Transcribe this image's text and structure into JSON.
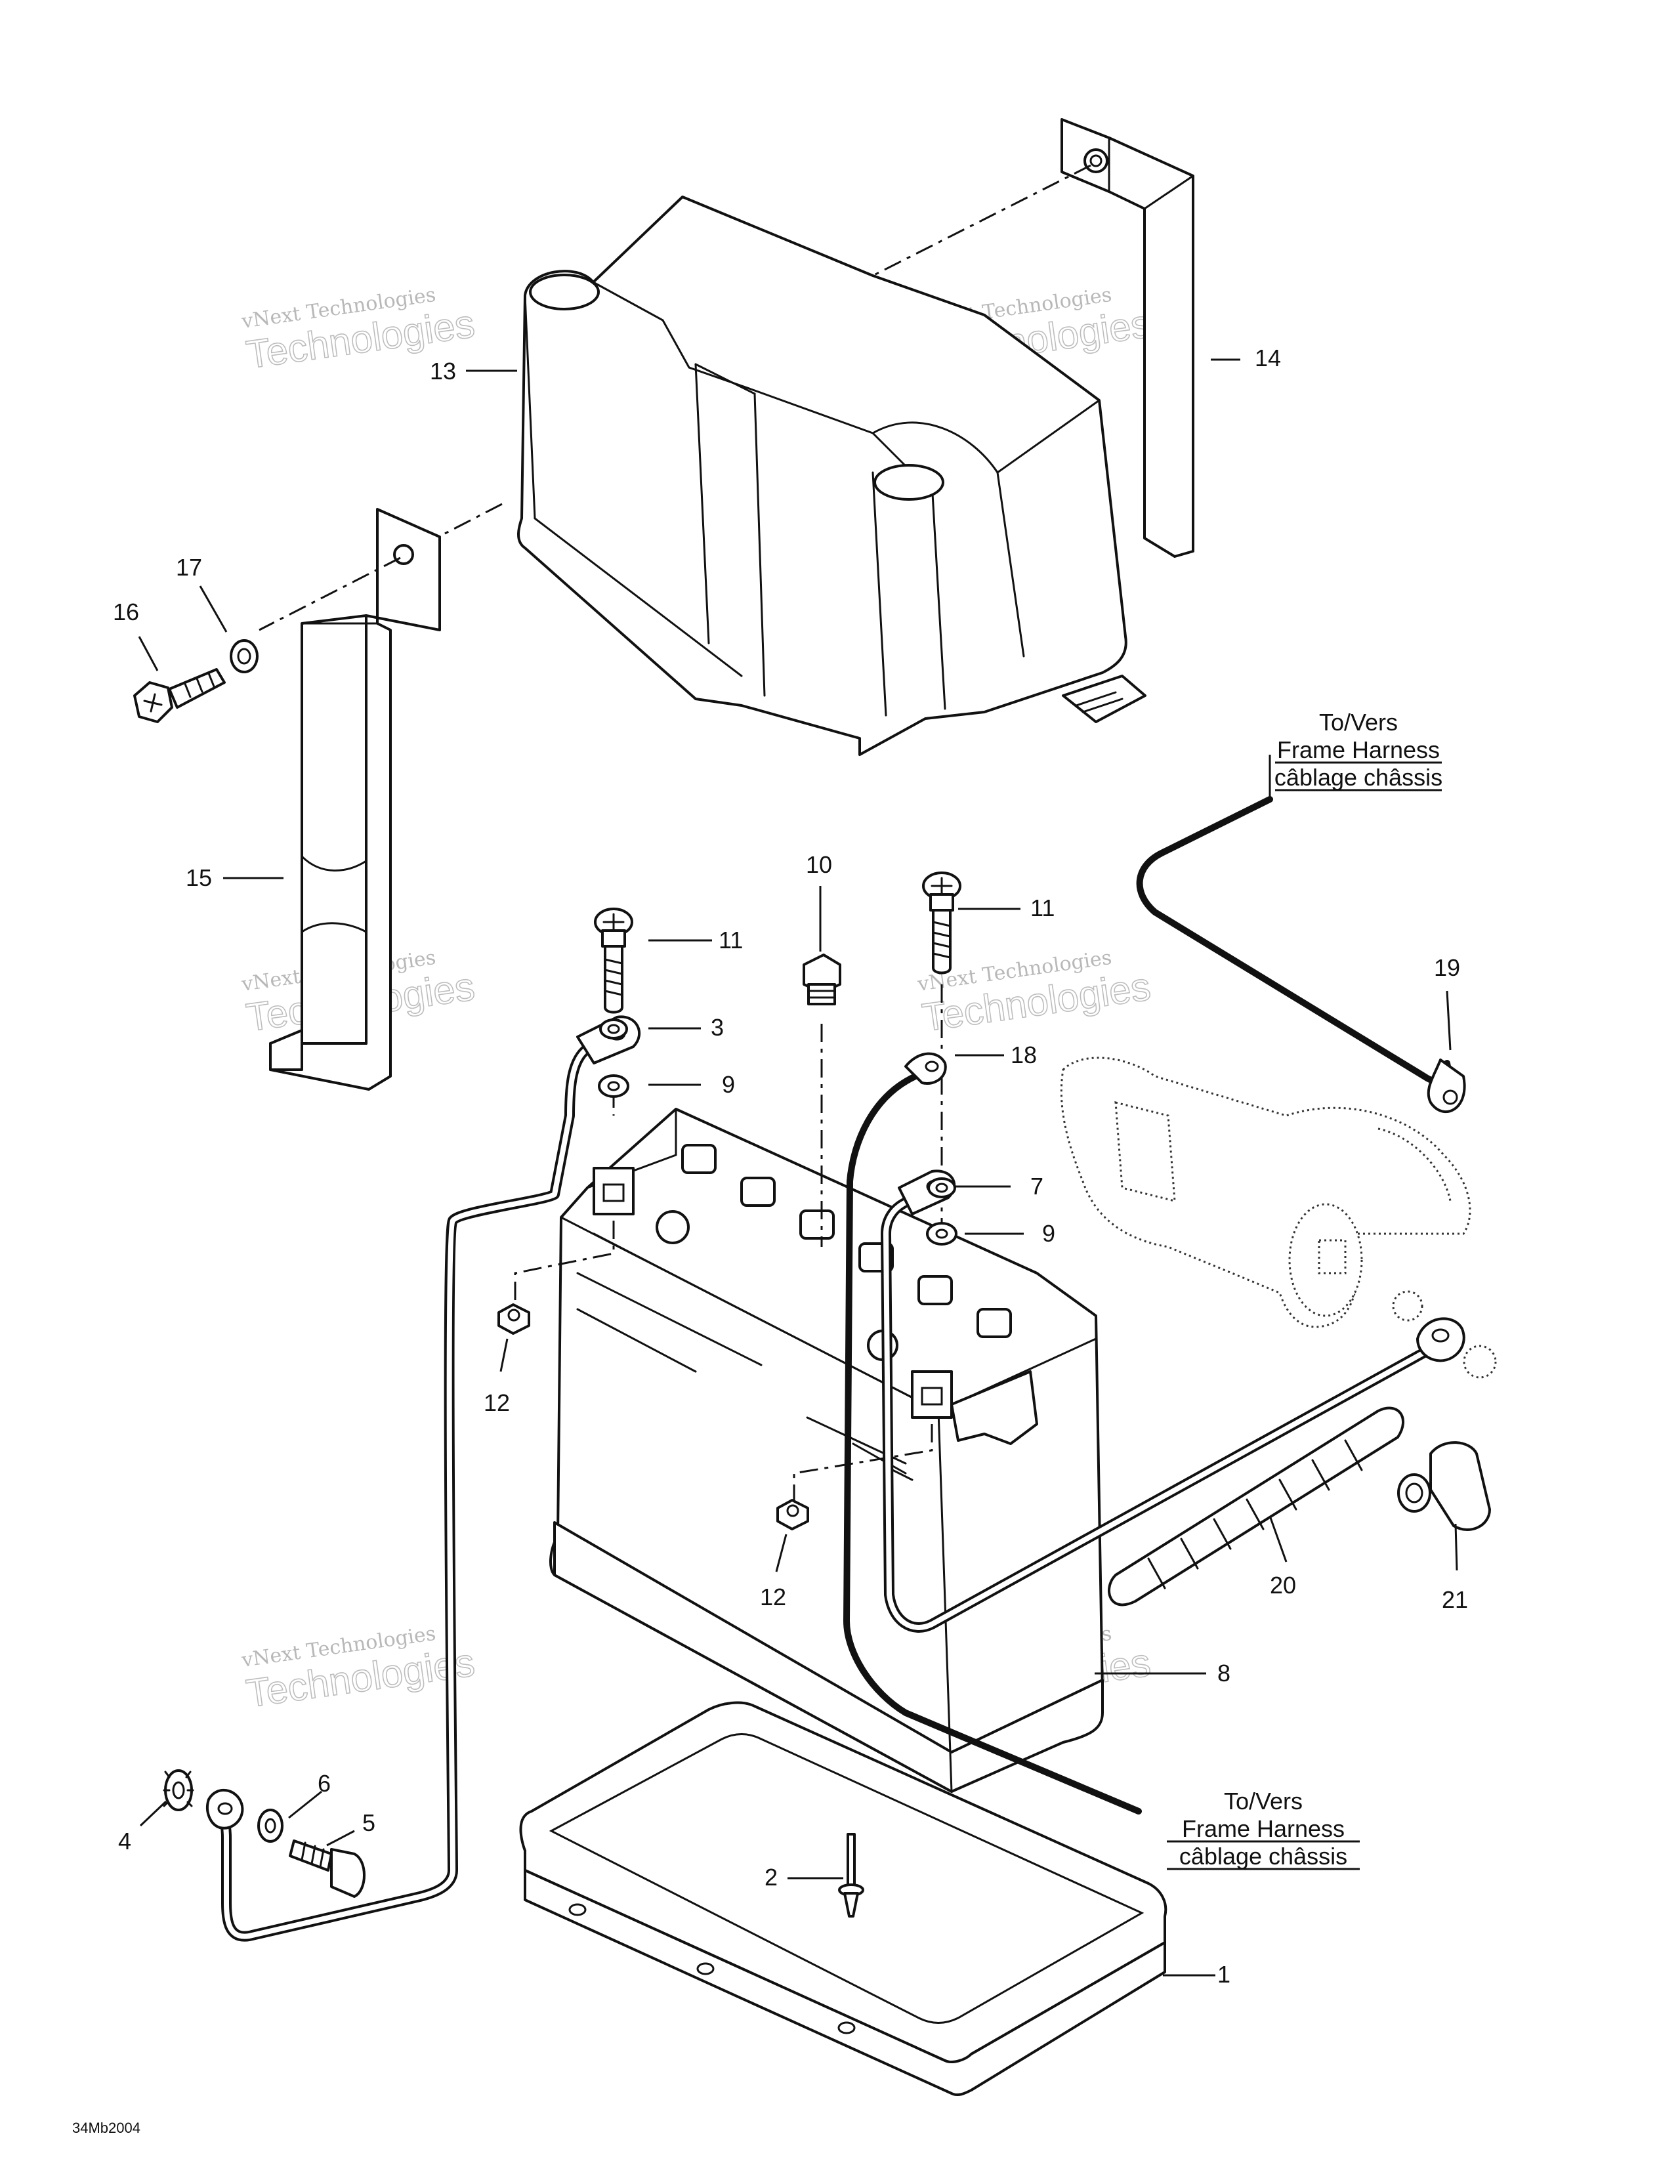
{
  "callouts": [
    "1",
    "2",
    "3",
    "4",
    "5",
    "6",
    "7",
    "8",
    "9",
    "9",
    "10",
    "11",
    "11",
    "12",
    "12",
    "13",
    "14",
    "15",
    "16",
    "17",
    "18",
    "19",
    "20",
    "21"
  ],
  "notes": [
    {
      "line1": "To/Vers",
      "line2": "Frame Harness",
      "line3": "câblage châssis"
    },
    {
      "line1": "To/Vers",
      "line2": "Frame Harness",
      "line3": "câblage châssis"
    }
  ],
  "watermark": {
    "line1": "vNext Technologies",
    "line2": "Technologies"
  },
  "drawing_code": "34Mb2004"
}
